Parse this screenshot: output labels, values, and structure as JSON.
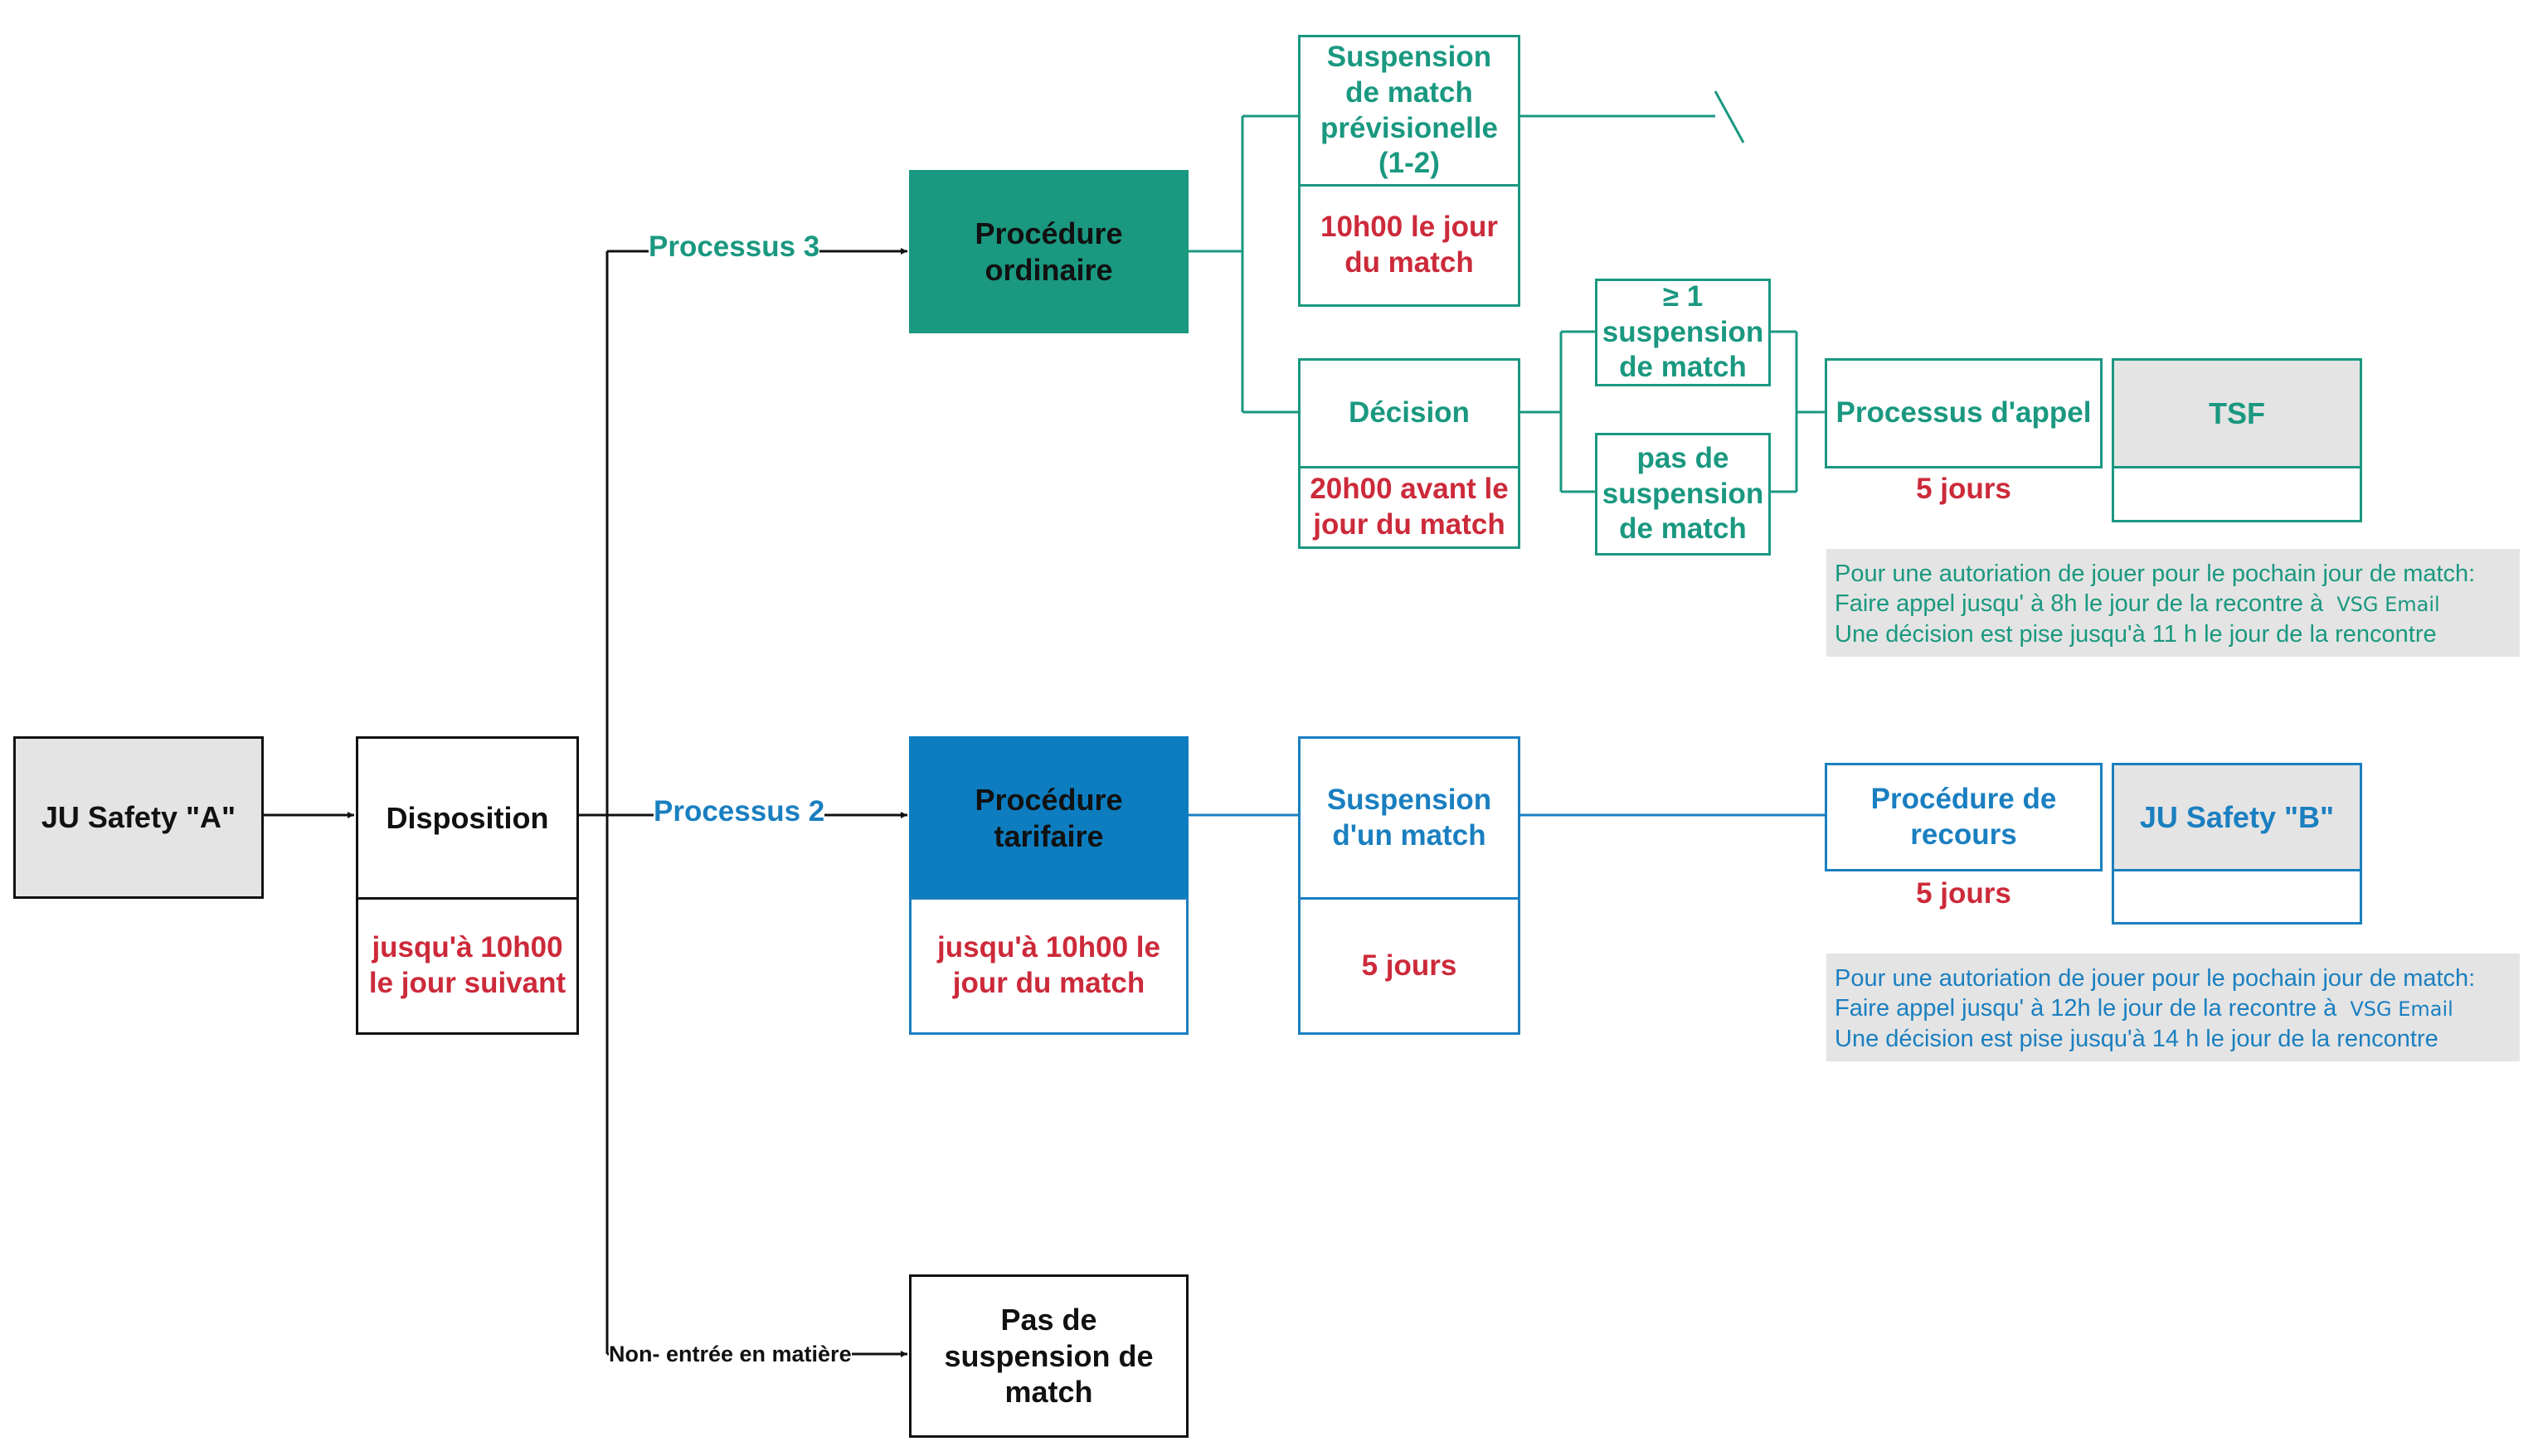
{
  "colors": {
    "green": "#1a9880",
    "blue": "#1a7fc0",
    "red": "#cc2a3a",
    "black": "#111111",
    "gray_fill": "#e4e4e4",
    "white": "#ffffff"
  },
  "start": {
    "title": "JU Safety \"A\""
  },
  "disposition": {
    "title": "Disposition",
    "deadline": "jusqu'à 10h00\nle jour suivant"
  },
  "branches": {
    "processus3": "Processus 3",
    "processus2": "Processus 2",
    "non_entree": "Non- entrée en matière"
  },
  "ordinary": {
    "title": "Procédure\nordinaire",
    "provisional": {
      "title": "Suspension\nde match\nprévisionelle\n(1-2)",
      "deadline": "10h00 le jour\ndu match"
    },
    "decision": {
      "title": "Décision",
      "deadline": "20h00 avant le\njour du match",
      "outcome_suspension": "≥ 1\nsuspension\nde match",
      "outcome_no_suspension": "pas de\nsuspension\nde match"
    },
    "appeal": {
      "title": "Processus d'appel",
      "deadline": "5 jours"
    },
    "tsf": "TSF",
    "note": {
      "line1": "Pour une autoriation de jouer pour le pochain jour de match:",
      "line2": "Faire appel jusqu' à 8h le jour de la recontre à",
      "brand": "VSG Email",
      "line3": "Une décision est pise jusqu'à 11 h le jour de la rencontre"
    }
  },
  "tariff": {
    "title": "Procédure\ntarifaire",
    "deadline": "jusqu'à 10h00 le\njour du match",
    "suspension": {
      "title": "Suspension\nd'un match",
      "deadline": "5 jours"
    },
    "recourse": {
      "title": "Procédure de\nrecours",
      "deadline": "5 jours"
    },
    "next": "JU Safety \"B\"",
    "note": {
      "line1": "Pour une autoriation de jouer pour le pochain jour de match:",
      "line2": "Faire appel jusqu' à 12h le jour de la recontre à",
      "brand": "VSG Email",
      "line3": "Une décision est pise jusqu'à 14 h le jour de la rencontre"
    }
  },
  "no_suspension": {
    "title": "Pas de\nsuspension de\nmatch"
  }
}
